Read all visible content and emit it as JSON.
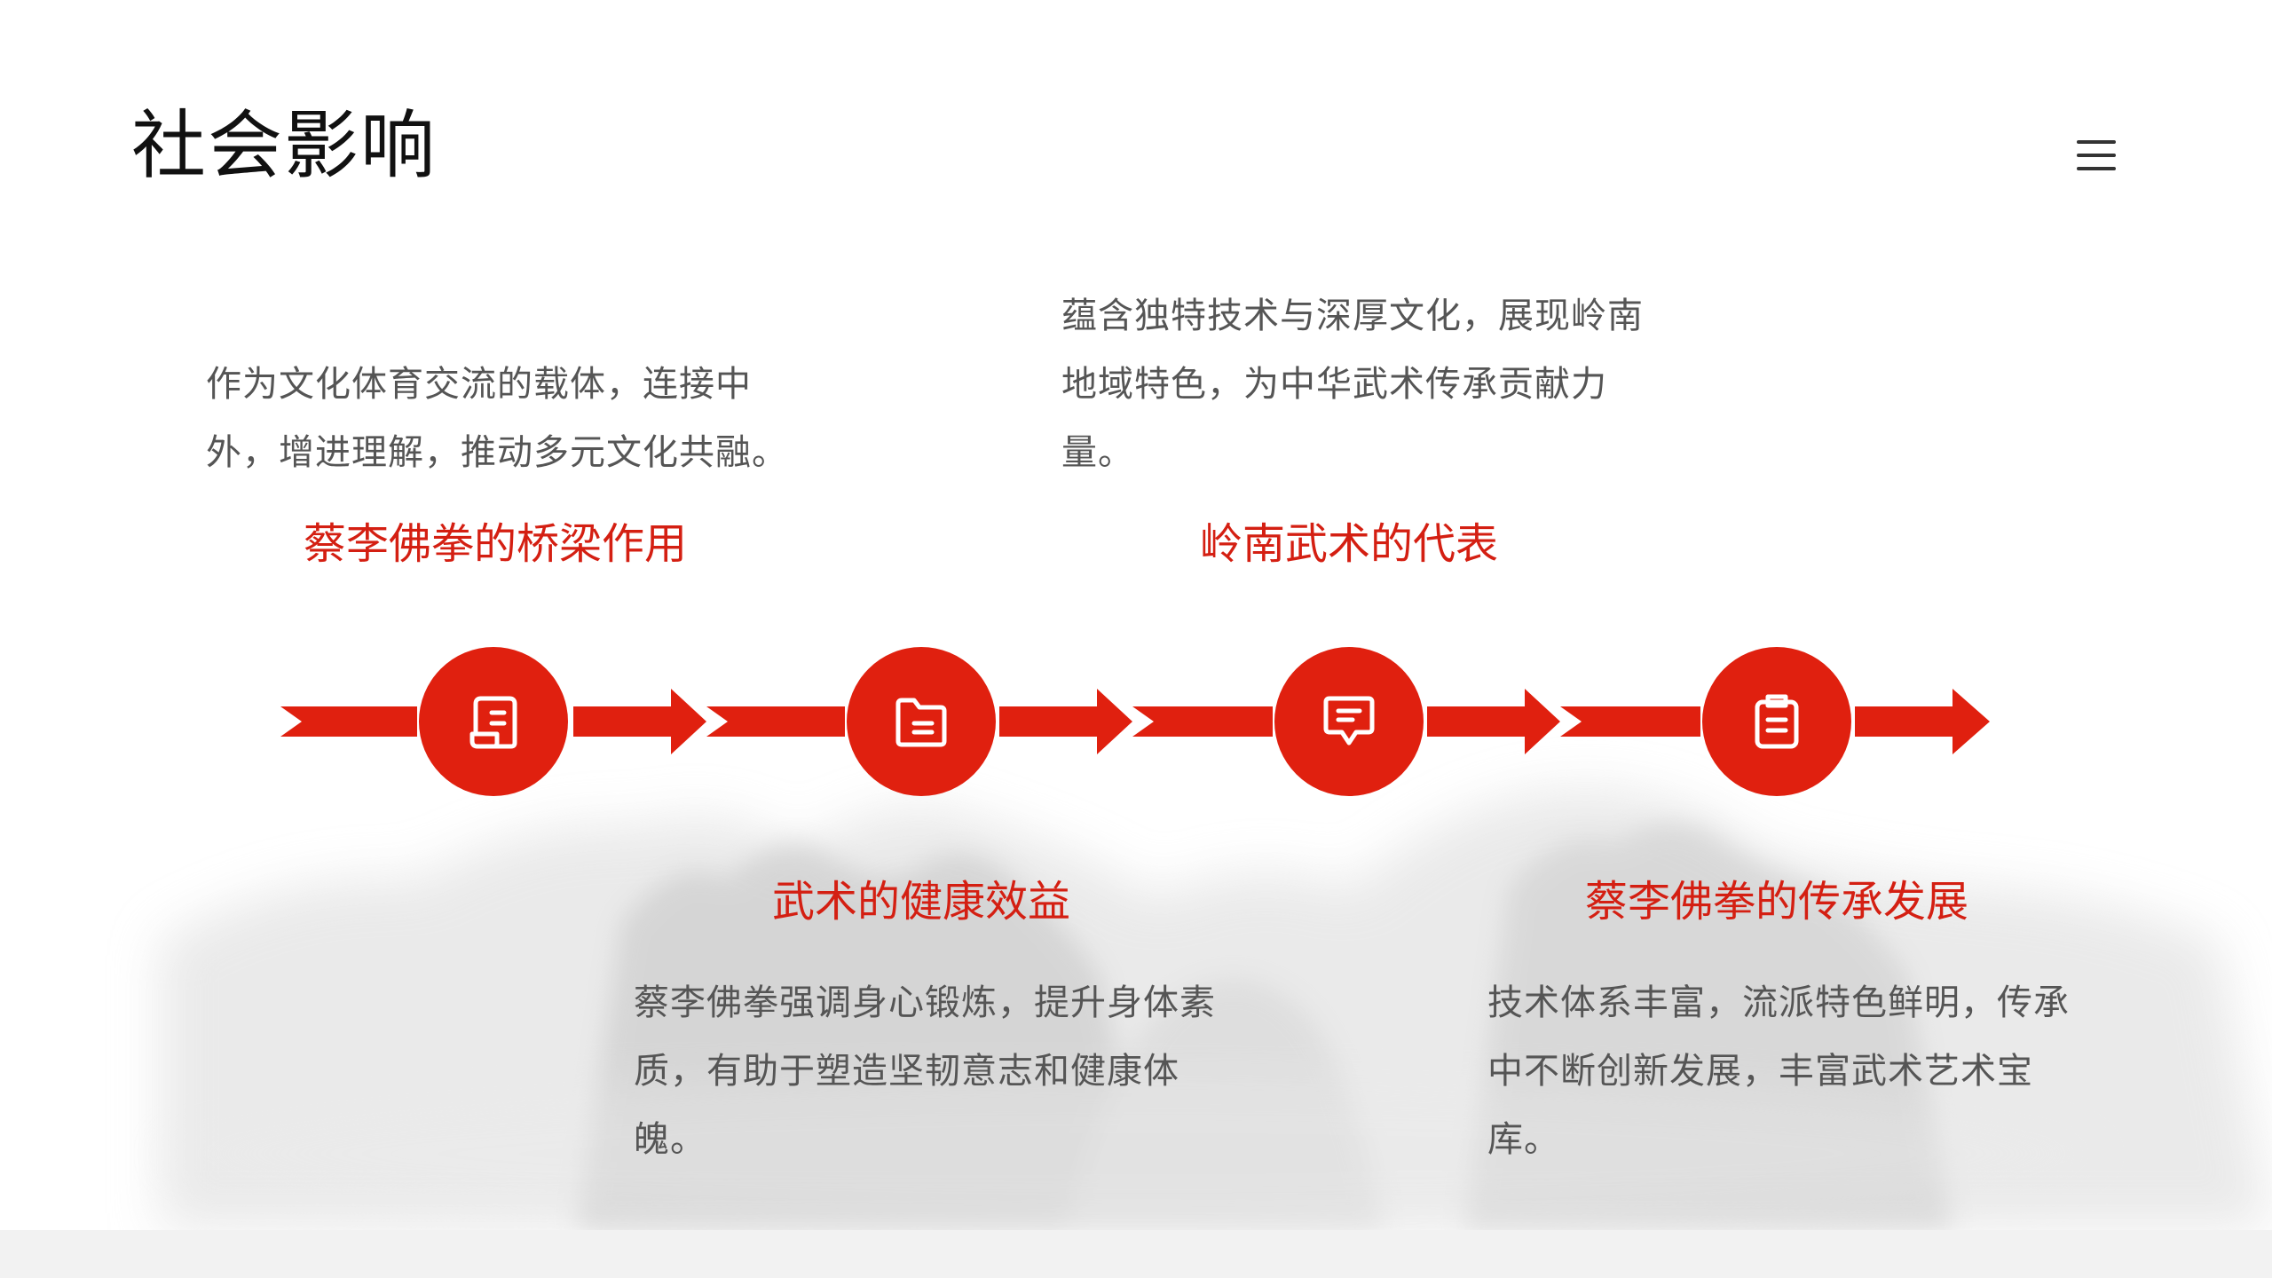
{
  "page": {
    "title": "社会影响"
  },
  "colors": {
    "accent": "#e0200f",
    "title_red": "#d41f12",
    "text": "#555555",
    "heading": "#111111",
    "footer": "#f2f2f2"
  },
  "menu": {
    "icon": "hamburger-menu-icon"
  },
  "stages": [
    {
      "title": "蔡李佛拳的桥梁作用",
      "desc": "作为文化体育交流的载体，连接中外，增进理解，推动多元文化共融。",
      "icon": "document-icon"
    },
    {
      "title": "武术的健康效益",
      "desc": "蔡李佛拳强调身心锻炼，提升身体素质，有助于塑造坚韧意志和健康体魄。",
      "icon": "folder-icon"
    },
    {
      "title": "岭南武术的代表",
      "desc": "蕴含独特技术与深厚文化，展现岭南地域特色，为中华武术传承贡献力量。",
      "icon": "message-icon"
    },
    {
      "title": "蔡李佛拳的传承发展",
      "desc": "技术体系丰富，流派特色鲜明，传承中不断创新发展，丰富武术艺术宝库。",
      "icon": "clipboard-icon"
    }
  ]
}
